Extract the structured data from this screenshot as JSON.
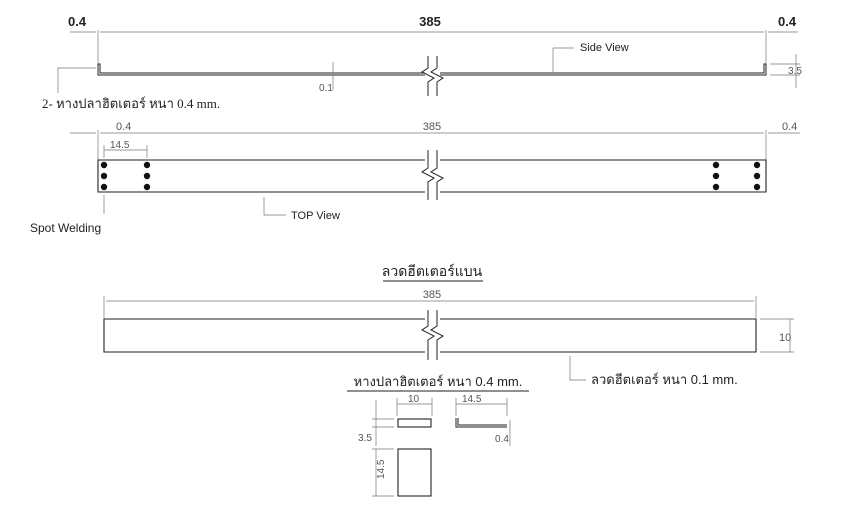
{
  "colors": {
    "line": "#222222",
    "dimension": "#777777",
    "background": "#ffffff"
  },
  "side_view": {
    "dim_left": "0.4",
    "dim_total": "385",
    "dim_right": "0.4",
    "label": "Side View",
    "dim_thickness": "0.1",
    "dim_height": "3.5"
  },
  "tail_part_label": "2- หางปลาฮิตเตอร์ หนา 0.4 mm.",
  "top_view": {
    "dim_left": "0.4",
    "dim_total": "385",
    "dim_right": "0.4",
    "dim_spacing": "14.5",
    "label": "TOP View",
    "spot_label": "Spot Welding"
  },
  "flat_wire": {
    "title": "ลวดฮีตเตอร์แบน",
    "dim_total": "385",
    "dim_width": "10",
    "note": "ลวดฮีตเตอร์ หนา 0.1 mm."
  },
  "tail_detail": {
    "title": "หางปลาฮิตเตอร์ หนา 0.4 mm.",
    "dim_top_width": "10",
    "dim_top_length": "14.5",
    "dim_small_height": "3.5",
    "dim_thickness": "0.4",
    "dim_body_height": "14.5"
  }
}
